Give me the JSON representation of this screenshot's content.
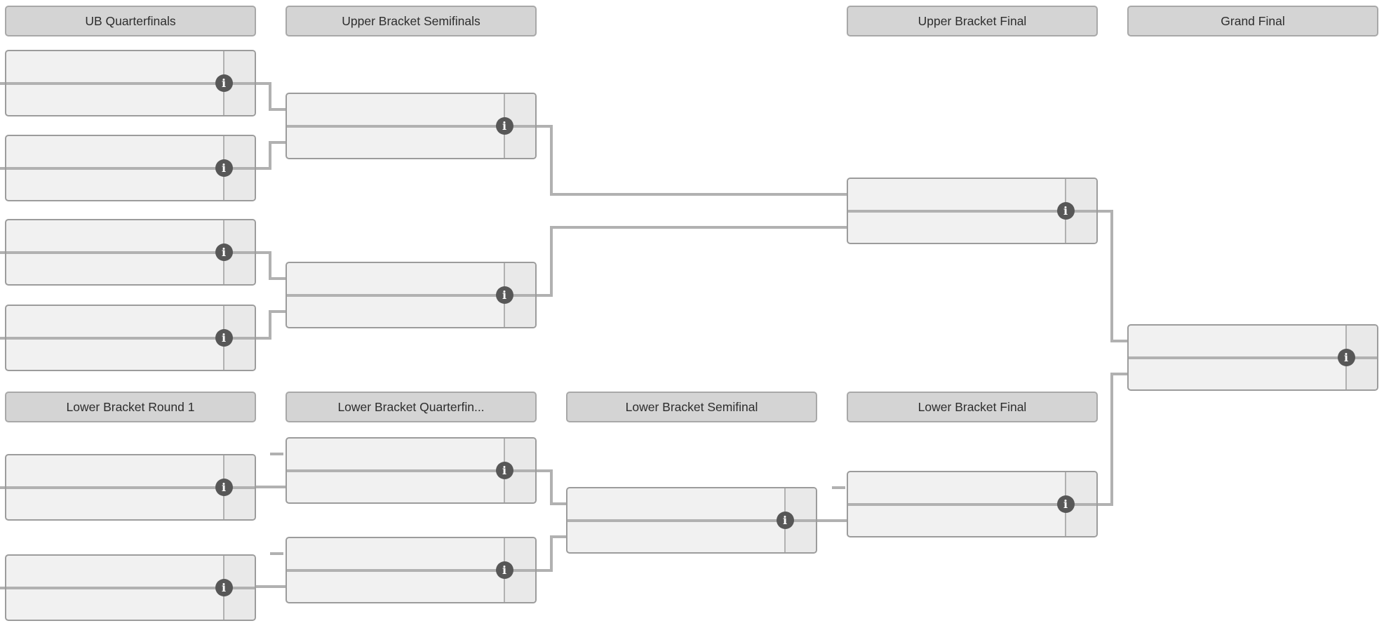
{
  "icon_glyph": "i",
  "colors": {
    "page_bg": "#ffffff",
    "header_bg": "#d4d4d4",
    "header_border": "#a8a8a8",
    "header_text": "#2d2d2d",
    "box_bg": "#f1f1f1",
    "box_border": "#9c9c9c",
    "score_bg": "#e9e9e9",
    "line": "#b1b1b1",
    "icon_bg": "#575757",
    "icon_fg": "#ffffff"
  },
  "headers": [
    {
      "id": "ub-quarterfinals",
      "label": "UB Quarterfinals"
    },
    {
      "id": "ub-semifinals",
      "label": "Upper Bracket Semifinals"
    },
    {
      "id": "ub-final",
      "label": "Upper Bracket Final"
    },
    {
      "id": "grand-final",
      "label": "Grand Final"
    },
    {
      "id": "lb-round-1",
      "label": "Lower Bracket Round 1"
    },
    {
      "id": "lb-quarterfinals",
      "label": "Lower Bracket Quarterfin..."
    },
    {
      "id": "lb-semifinal",
      "label": "Lower Bracket Semifinal"
    },
    {
      "id": "lb-final",
      "label": "Lower Bracket Final"
    }
  ],
  "matches": [
    {
      "id": "ub-qf-1",
      "round": "UB Quarterfinals"
    },
    {
      "id": "ub-qf-2",
      "round": "UB Quarterfinals"
    },
    {
      "id": "ub-qf-3",
      "round": "UB Quarterfinals"
    },
    {
      "id": "ub-qf-4",
      "round": "UB Quarterfinals"
    },
    {
      "id": "ub-sf-1",
      "round": "Upper Bracket Semifinals"
    },
    {
      "id": "ub-sf-2",
      "round": "Upper Bracket Semifinals"
    },
    {
      "id": "ub-final",
      "round": "Upper Bracket Final"
    },
    {
      "id": "grand-final",
      "round": "Grand Final"
    },
    {
      "id": "lb-r1-m1",
      "round": "Lower Bracket Round 1"
    },
    {
      "id": "lb-r1-m2",
      "round": "Lower Bracket Round 1"
    },
    {
      "id": "lb-qf-1",
      "round": "Lower Bracket Quarterfinals"
    },
    {
      "id": "lb-qf-2",
      "round": "Lower Bracket Quarterfinals"
    },
    {
      "id": "lb-sf",
      "round": "Lower Bracket Semifinal"
    },
    {
      "id": "lb-final",
      "round": "Lower Bracket Final"
    }
  ]
}
